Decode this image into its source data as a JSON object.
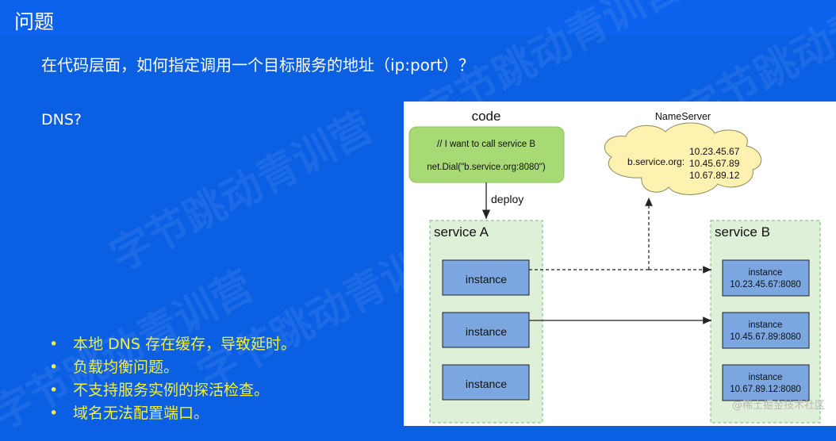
{
  "slide": {
    "title": "问题",
    "question": "在代码层面，如何指定调用一个目标服务的地址（ip:port）？",
    "dns": "DNS?",
    "watermark_text": "字节跳动青训营",
    "bullet_marker": "•",
    "bullets": [
      "本地 DNS 存在缓存，导致延时。",
      "负载均衡问题。",
      "不支持服务实例的探活检查。",
      "域名无法配置端口。"
    ],
    "credit": "@稀土掘金技术社区"
  },
  "diagram": {
    "code_title": "code",
    "code_comment": "// I want to call service B",
    "code_line": "net.Dial(\"b.service.org:8080\")",
    "deploy_label": "deploy",
    "nameserver_title": "NameServer",
    "nameserver_domain": "b.service.org:",
    "nameserver_ips": [
      "10.23.45.67",
      "10.45.67.89",
      "10.67.89.12"
    ],
    "service_a_label": "service A",
    "service_a_instances": [
      "instance",
      "instance",
      "instance"
    ],
    "service_b_label": "service B",
    "service_b_instances": [
      {
        "name": "instance",
        "addr": "10.23.45.67:8080"
      },
      {
        "name": "instance",
        "addr": "10.45.67.89:8080"
      },
      {
        "name": "instance",
        "addr": "10.67.89.12:8080"
      }
    ],
    "colors": {
      "code_box": "#a7d974",
      "service_group": "#dff0d8",
      "instance_box": "#7ba6e0",
      "cloud": "#fff2b0"
    }
  }
}
